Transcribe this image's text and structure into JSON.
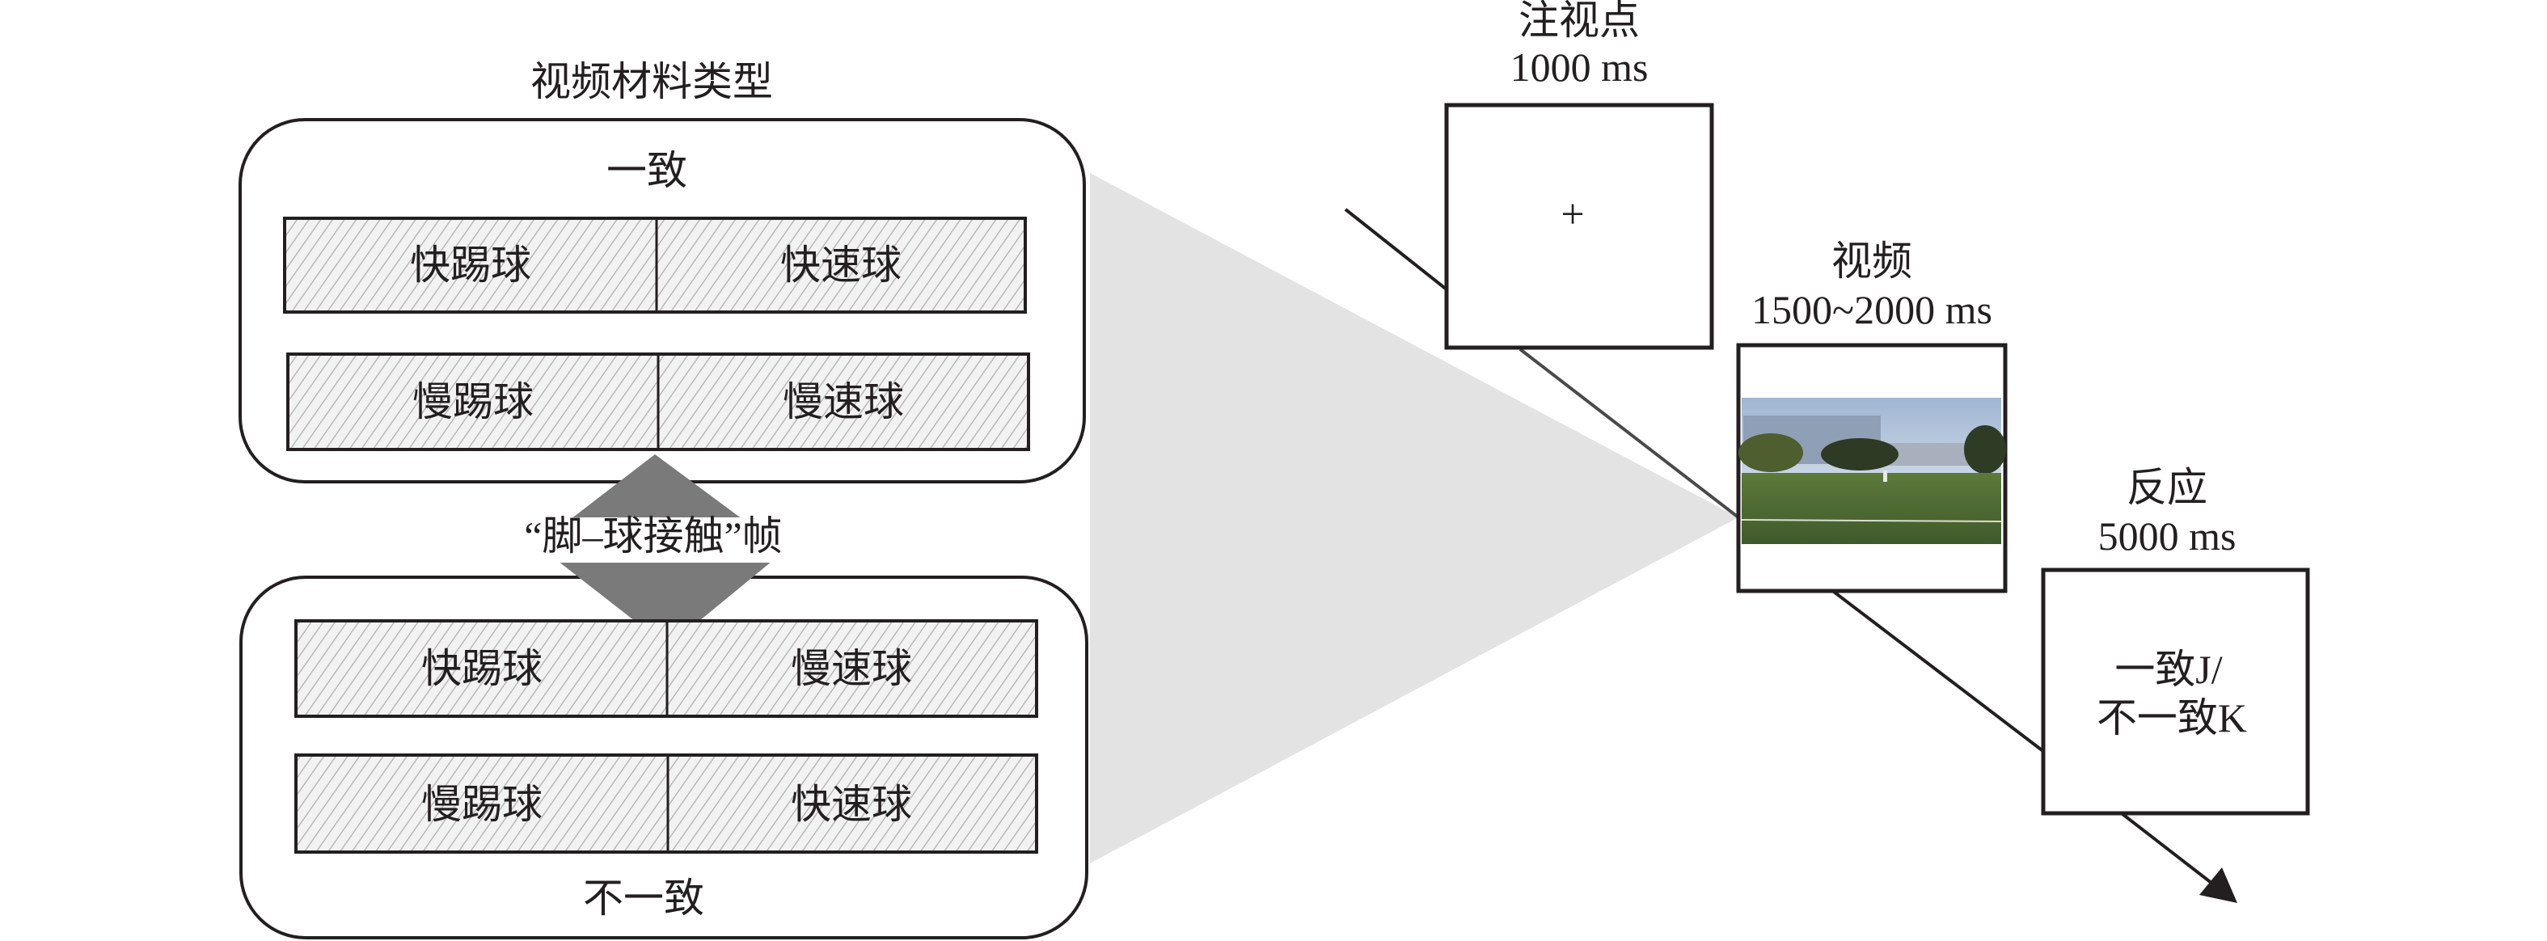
{
  "left_panel": {
    "title": "视频材料类型",
    "consistent_group": {
      "label": "一致",
      "rows": [
        {
          "kick": "快踢球",
          "ball": "快速球"
        },
        {
          "kick": "慢踢球",
          "ball": "慢速球"
        }
      ]
    },
    "contact_frame_label": "“脚–球接触”帧",
    "inconsistent_group": {
      "label": "不一致",
      "rows": [
        {
          "kick": "快踢球",
          "ball": "慢速球"
        },
        {
          "kick": "慢踢球",
          "ball": "快速球"
        }
      ]
    }
  },
  "trial_sequence": {
    "steps": [
      {
        "title": "注视点",
        "duration": "1000 ms",
        "content": "+"
      },
      {
        "title": "视频",
        "duration": "1500~2000 ms",
        "content_icon": "video-frame-image"
      },
      {
        "title": "反应",
        "duration": "5000 ms",
        "content_lines": [
          "一致J/",
          "不一致K"
        ]
      }
    ]
  },
  "colors": {
    "stroke": "#231f20",
    "wedge": "#e3e3e3",
    "diamond": "#7a7a7a",
    "hatch_bg": "#f2f2f2",
    "hatch_line": "#bdbdbd"
  }
}
